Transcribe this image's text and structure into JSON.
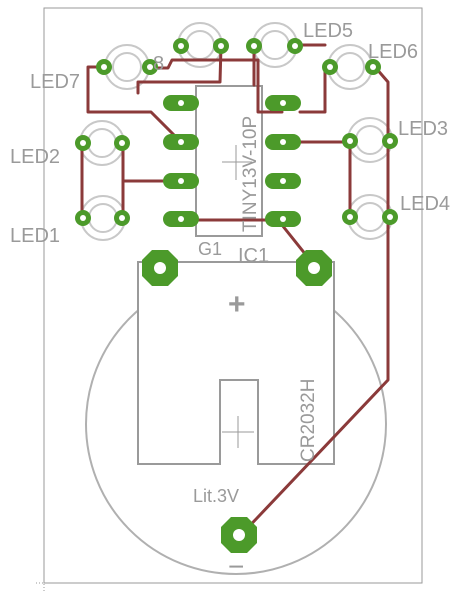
{
  "labels": {
    "led1": "LED1",
    "led2": "LED2",
    "led3": "LED3",
    "led4": "LED4",
    "led5": "LED5",
    "led6": "LED6",
    "led7": "LED7",
    "led8": "8",
    "g1": "G1",
    "ic1": "IC1",
    "chip": "TINY13V-10P",
    "holder": "CR2032H",
    "battery": "Lit.3V",
    "plus": "+",
    "minus": "−"
  },
  "colors": {
    "background": "#ffffff",
    "silkscreen": "#9a9a9a",
    "pad": "#4c9a2a",
    "trace": "#8b3a3a",
    "drill": "#ffffff"
  }
}
